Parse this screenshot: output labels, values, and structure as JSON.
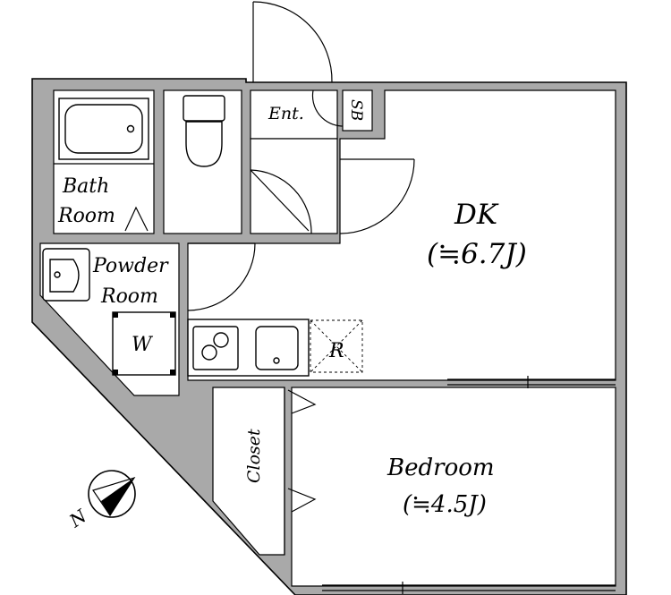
{
  "rooms": {
    "entrance": "Ent.",
    "shoe_box": "SB",
    "bath_line1": "Bath",
    "bath_line2": "Room",
    "powder_line1": "Powder",
    "powder_line2": "Room",
    "washer": "W",
    "refrigerator": "R",
    "dk_name": "DK",
    "dk_size": "(≒6.7J)",
    "closet": "Closet",
    "bedroom_name": "Bedroom",
    "bedroom_size": "(≒4.5J)"
  },
  "compass": {
    "north": "N"
  }
}
